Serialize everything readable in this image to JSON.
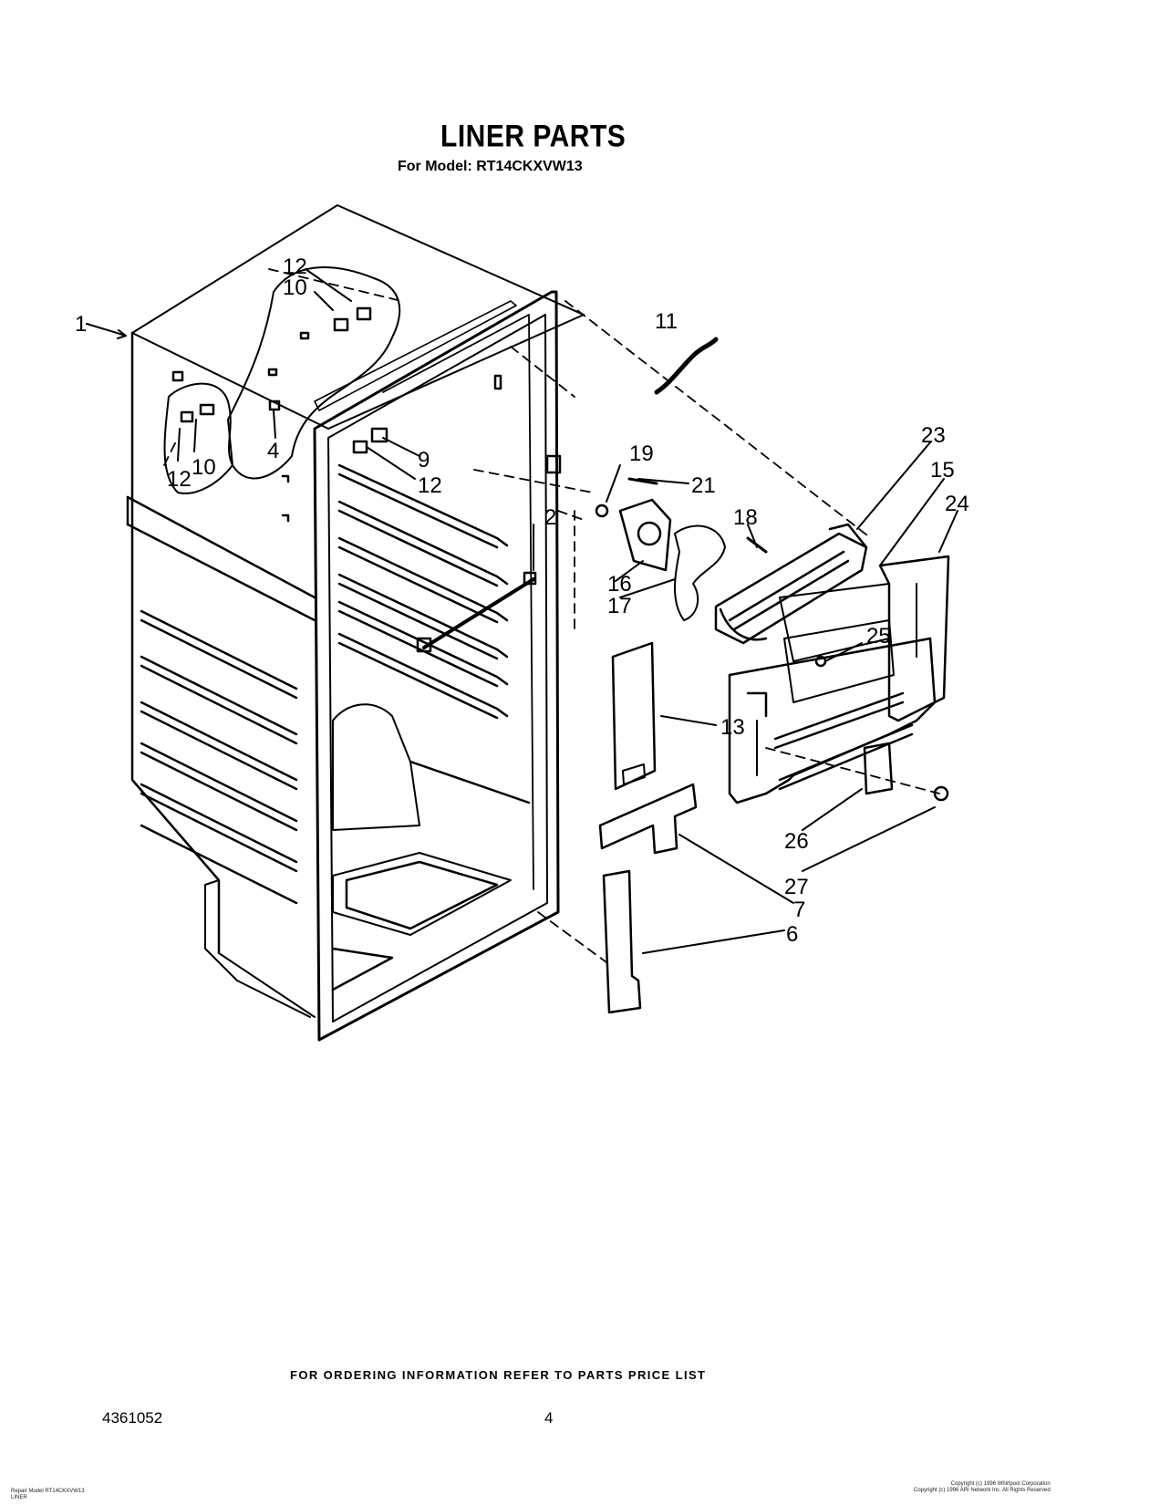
{
  "title": "LINER PARTS",
  "subtitle": "For Model: RT14CKXVW13",
  "callouts": [
    {
      "id": "c1",
      "text": "1"
    },
    {
      "id": "c12a",
      "text": "12"
    },
    {
      "id": "c10a",
      "text": "10"
    },
    {
      "id": "c4",
      "text": "4"
    },
    {
      "id": "c10b",
      "text": "10"
    },
    {
      "id": "c12b",
      "text": "12"
    },
    {
      "id": "c9",
      "text": "9"
    },
    {
      "id": "c12c",
      "text": "12"
    },
    {
      "id": "c11",
      "text": "11"
    },
    {
      "id": "c19",
      "text": "19"
    },
    {
      "id": "c21",
      "text": "21"
    },
    {
      "id": "c18",
      "text": "18"
    },
    {
      "id": "c23",
      "text": "23"
    },
    {
      "id": "c15",
      "text": "15"
    },
    {
      "id": "c24",
      "text": "24"
    },
    {
      "id": "c2",
      "text": "2"
    },
    {
      "id": "c16",
      "text": "16"
    },
    {
      "id": "c17",
      "text": "17"
    },
    {
      "id": "c25",
      "text": "25"
    },
    {
      "id": "c13",
      "text": "13"
    },
    {
      "id": "c26",
      "text": "26"
    },
    {
      "id": "c27",
      "text": "27"
    },
    {
      "id": "c7",
      "text": "7"
    },
    {
      "id": "c6",
      "text": "6"
    }
  ],
  "footer": {
    "ordering_note": "FOR ORDERING INFORMATION REFER TO PARTS PRICE LIST",
    "doc_number": "4361052",
    "page_number": "4"
  },
  "fine_print": {
    "left_1": "Repair Model RT14CKXVW13",
    "left_2": "LINER",
    "right_1": "Copyright (c) 1996 Whirlpool Corporation",
    "right_2": "Copyright (c) 1996 ARI Network Inc. All Rights Reserved"
  }
}
